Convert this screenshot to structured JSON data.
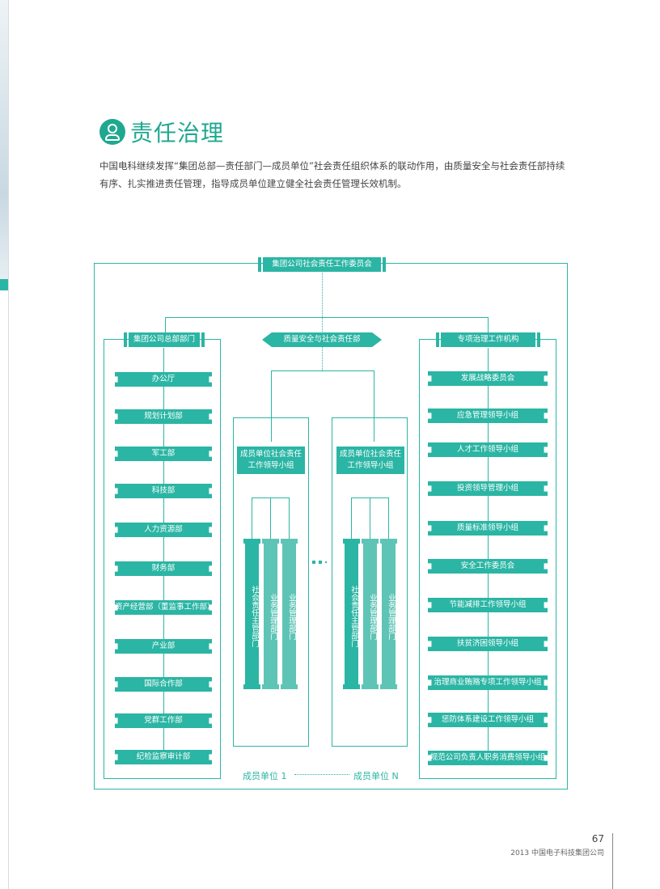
{
  "section": {
    "title": "责任治理",
    "icon": "person-icon",
    "intro": "中国电科继续发挥“集团总部—责任部门—成员单位”社会责任组织体系的联动作用，由质量安全与社会责任部持续有序、扎实推进责任管理，指导成员单位建立健全社会责任管理长效机制。"
  },
  "diagram": {
    "top": "集团公司社会责任工作委员会",
    "left_title": "集团公司总部部门",
    "center_title": "质量安全与社会责任部",
    "right_title": "专项治理工作机构",
    "left_items": [
      "办公厅",
      "规划计划部",
      "军工部",
      "科技部",
      "人力资源部",
      "财务部",
      "资产经营部（董监事工作部）",
      "产业部",
      "国际合作部",
      "党群工作部",
      "纪检监察审计部"
    ],
    "right_items": [
      "发展战略委员会",
      "应急管理领导小组",
      "人才工作领导小组",
      "投资领导管理小组",
      "质量标准领导小组",
      "安全工作委员会",
      "节能减排工作领导小组",
      "扶贫济困领导小组",
      "治理商业贿赂专项工作领导小组",
      "惩防体系建设工作领导小组",
      "规范公司负责人职务消费领导小组"
    ],
    "member_head": "成员单位社会责任工作领导小组",
    "columns": [
      "社会责任主管部门",
      "业务管理部门",
      "业务管理部门"
    ],
    "member_first": "成员单位 1",
    "member_last": "成员单位 N"
  },
  "footer": {
    "page_number": "67",
    "text": "2013 中国电子科技集团公司"
  },
  "colors": {
    "accent": "#2bb5a4",
    "title": "#1fa890"
  }
}
